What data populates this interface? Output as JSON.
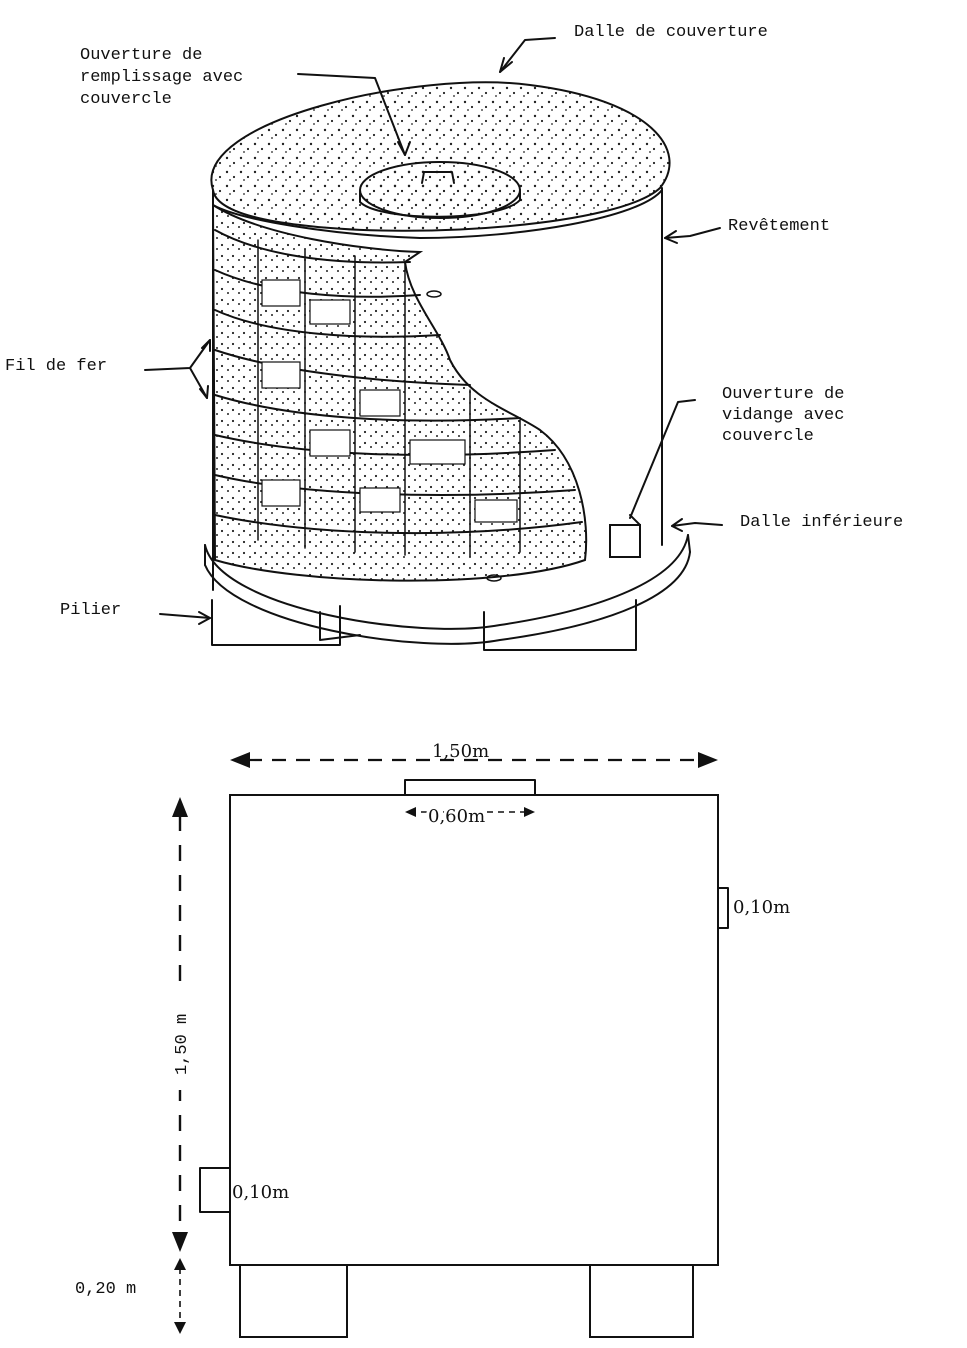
{
  "labels": {
    "cover_slab": "Dalle de couverture",
    "fill_opening": [
      "Ouverture de",
      "remplissage avec",
      "couvercle"
    ],
    "coating": "Revêtement",
    "wire": "Fil de fer",
    "drain_opening": [
      "Ouverture de",
      "vidange avec",
      "couvercle"
    ],
    "bottom_slab": "Dalle inférieure",
    "pillar": "Pilier"
  },
  "dimensions": {
    "width": "1,50m",
    "top_opening": "0,60m",
    "right_opening": "0,10m",
    "height": "1,50 m",
    "left_opening": "0,10m",
    "pillar_height": "0,20 m"
  }
}
